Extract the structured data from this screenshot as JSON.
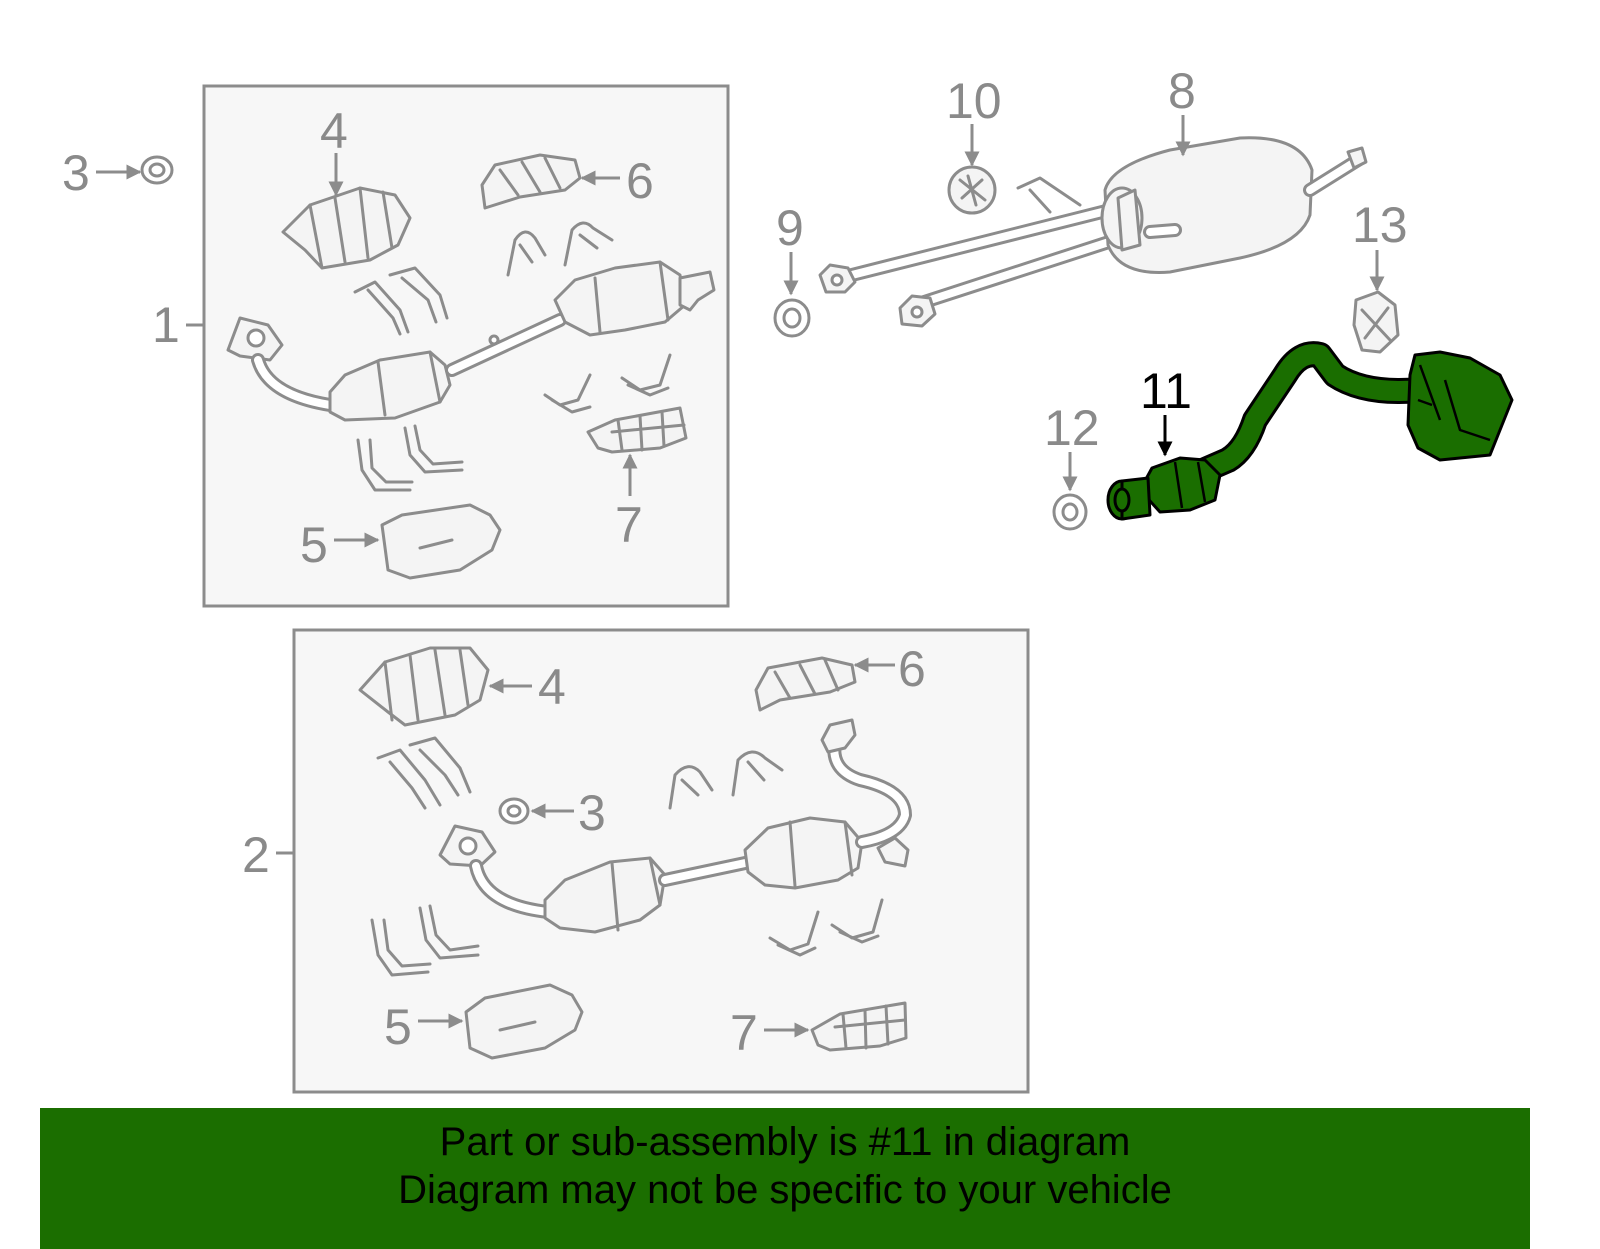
{
  "callouts": {
    "c1": "1",
    "c2": "2",
    "c3a": "3",
    "c3b": "3",
    "c4a": "4",
    "c4b": "4",
    "c5a": "5",
    "c5b": "5",
    "c6a": "6",
    "c6b": "6",
    "c7a": "7",
    "c7b": "7",
    "c8": "8",
    "c9": "9",
    "c10": "10",
    "c11": "11",
    "c12": "12",
    "c13": "13"
  },
  "highlight": {
    "part": "11",
    "color": "#1b6e00"
  },
  "footer": {
    "line1": "Part or sub-assembly is #11 in diagram",
    "line2": "Diagram may not be specific to your vehicle"
  }
}
